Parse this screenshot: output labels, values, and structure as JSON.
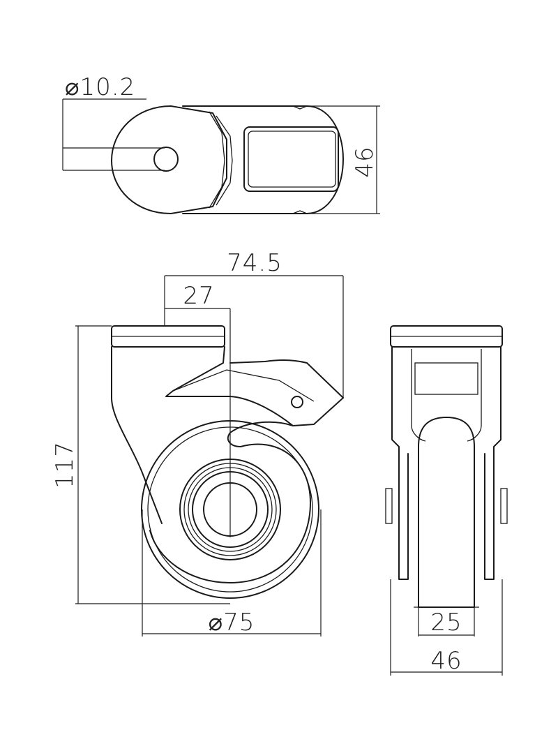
{
  "dimensions": {
    "bolt_hole_diameter": "⌀10.2",
    "top_view_width": "46",
    "offset_length": "74.5",
    "offset_to_axis": "27",
    "overall_height": "117",
    "wheel_diameter": "⌀75",
    "tread_width": "25",
    "overall_width": "46"
  }
}
